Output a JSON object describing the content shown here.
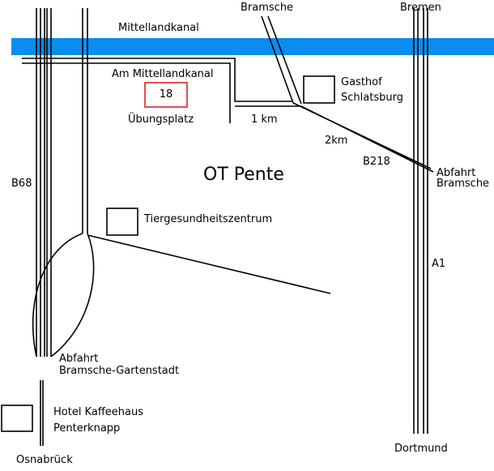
{
  "map": {
    "colors": {
      "canal": "#0a8df0",
      "road": "#000000",
      "highlight": "#e02020",
      "background": "#ffffff"
    },
    "places": {
      "canal": "Mittellandkanal",
      "street_canal": "Am Mittellandkanal",
      "field_number": "18",
      "field_label": "Übungsplatz",
      "north_left": "Bramsche",
      "north_right": "Bremen",
      "inn_line1": "Gasthof",
      "inn_line2": "Schlatsburg",
      "dist_1km": "1 km",
      "dist_2km": "2km",
      "road_b218": "B218",
      "exit_bramsche_line1": "Abfahrt",
      "exit_bramsche_line2": "Bramsche",
      "district": "OT Pente",
      "road_b68": "B68",
      "animal_health": "Tiergesundheitszentrum",
      "road_a1": "A1",
      "exit_garten_line1": "Abfahrt",
      "exit_garten_line2": "Bramsche-Gartenstadt",
      "hotel_line1": "Hotel Kaffeehaus",
      "hotel_line2": "Penterknapp",
      "south_left": "Osnabrück",
      "south_right": "Dortmund"
    }
  }
}
